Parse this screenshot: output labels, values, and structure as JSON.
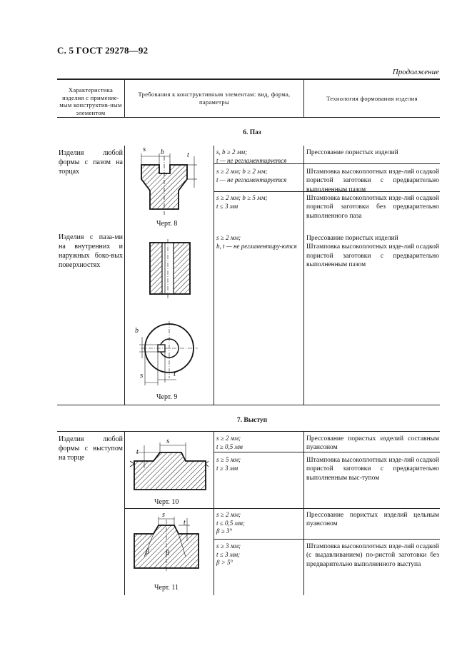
{
  "header": {
    "page_title": "С. 5 ГОСТ 29278—92",
    "continuation": "Продолжение"
  },
  "table_header": {
    "col1": "Характеристика изделия с применяе-мым конструктив-ным элементом",
    "col2": "Требования к конструктивным элементам: вид, форма, параметры",
    "col3": "Технология формования изделия"
  },
  "section6": {
    "title": "6. Паз",
    "group1": {
      "characteristic": "Изделия любой формы с пазом на торцах",
      "figure_caption": "Черт. 8",
      "rows": [
        {
          "params": [
            "s, b ≥ 2 мм;",
            "t — не регламентируется"
          ],
          "technology": "Прессование пористых изделий"
        },
        {
          "params": [
            "s ≥ 2 мм; b ≥ 2 мм;",
            "t — не регламентируется"
          ],
          "technology": "Штамповка высокоплотных изде-лий осадкой пористой заготовки с предварительно выполненным пазом"
        },
        {
          "params": [
            "s ≥ 2 мм; b ≥ 5 мм;",
            "t ≤ 3 мм"
          ],
          "technology": "Штамповка высокоплотных изде-лий осадкой пористой заготовки без предварительно выполненного паза"
        }
      ]
    },
    "group2": {
      "characteristic": "Изделия с паза-ми на внутренних и наружных боко-вых поверхностях",
      "figure_caption": "Черт. 9",
      "params": [
        "s ≥ 2 мм;",
        "b, t — не регламентиру-ются"
      ],
      "technology_1": "Прессование пористых изделий",
      "technology_2": "Штамповка высокоплотных изде-лий осадкой пористой заготовки с предварительно выполненным пазом"
    }
  },
  "section7": {
    "title": "7. Выступ",
    "characteristic": "Изделия любой формы с выступом на торце",
    "figure_caption_10": "Черт. 10",
    "figure_caption_11": "Черт. 11",
    "rows": [
      {
        "params": [
          "s ≥ 2 мм;",
          "t ≥ 0,5 мм"
        ],
        "technology": "Прессование пористых изделий составным пуансоном"
      },
      {
        "params": [
          "s ≥ 5 мм;",
          "t ≥ 3 мм"
        ],
        "technology": "Штамповка высокоплотных изде-лий осадкой пористой заготовки с предварительно выполненным выс-тупом"
      },
      {
        "params": [
          "s ≥ 2 мм;",
          "t ≤ 0,5 мм;",
          "β ≥ 3°"
        ],
        "technology": "Прессование пористых изделий цельным пуансоном"
      },
      {
        "params": [
          "s ≥ 3 мм;",
          "t ≤ 3 мм;",
          "β > 5°"
        ],
        "technology": "Штамповка высокоплотных изде-лий осадкой (с выдавливанием) по-ристой заготовки без предварительно выполненного выступа"
      }
    ]
  },
  "figure_labels": {
    "s": "s",
    "b": "b",
    "t": "t",
    "beta": "β"
  }
}
